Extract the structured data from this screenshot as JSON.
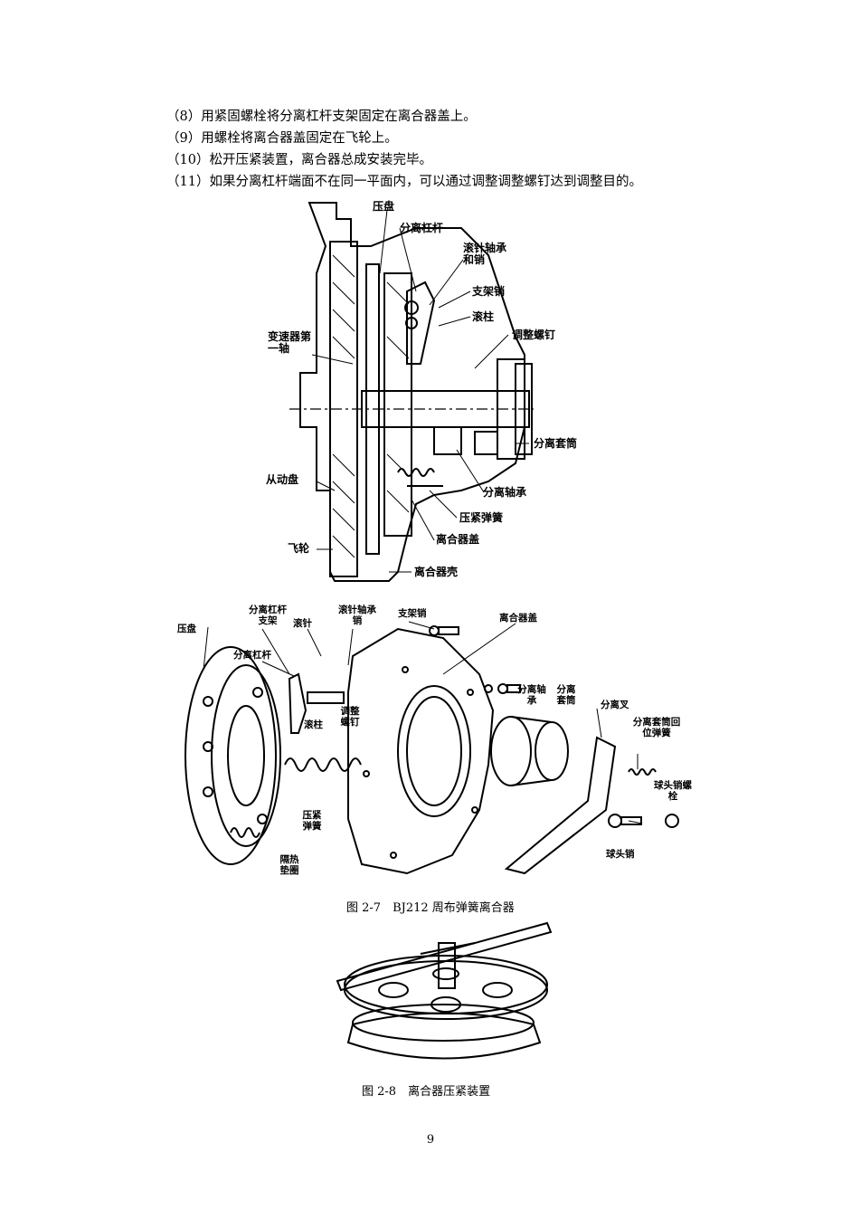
{
  "paragraphs": [
    "（8）用紧固螺栓将分离杠杆支架固定在离合器盖上。",
    "（9）用螺栓将离合器盖固定在飞轮上。",
    "（10）松开压紧装置，离合器总成安装完毕。",
    "（11）如果分离杠杆端面不在同一平面内，可以通过调整调整螺钉达到调整目的。"
  ],
  "figure_a_labels": {
    "pressure_plate": "压盘",
    "release_lever": "分离杠杆",
    "needle_bearing_pin": "滚针轴承和销",
    "bracket_pin": "支架销",
    "roller": "滚柱",
    "adjusting_screw": "调整螺钉",
    "transmission_shaft": "变速器第一轴",
    "release_sleeve": "分离套筒",
    "driven_disc": "从动盘",
    "release_bearing": "分离轴承",
    "pressure_spring": "压紧弹簧",
    "clutch_cover": "离合器盖",
    "flywheel": "飞轮",
    "clutch_housing": "离合器壳"
  },
  "figure_b_labels": {
    "pressure_plate": "压盘",
    "lever_bracket": "分离杠杆支架",
    "needle": "滚针",
    "needle_bearing_pin": "滚针轴承销",
    "bracket_pin": "支架销",
    "clutch_cover": "离合器盖",
    "release_lever": "分离杠杆",
    "roller": "滚柱",
    "adjusting_screw": "调整螺钉",
    "release_bearing": "分离轴承",
    "release_sleeve": "分离套筒",
    "release_fork": "分离叉",
    "sleeve_return_spring": "分离套筒回位弹簧",
    "ball_pin_bolt": "球头销螺栓",
    "pressure_spring": "压紧弹簧",
    "insulation_washer": "隔热垫圈",
    "ball_pin": "球头销"
  },
  "captions": {
    "fig_2_7": "图 2-7　BJ212 周布弹簧离合器",
    "fig_2_8": "图 2-8　离合器压紧装置"
  },
  "page_number": "9"
}
